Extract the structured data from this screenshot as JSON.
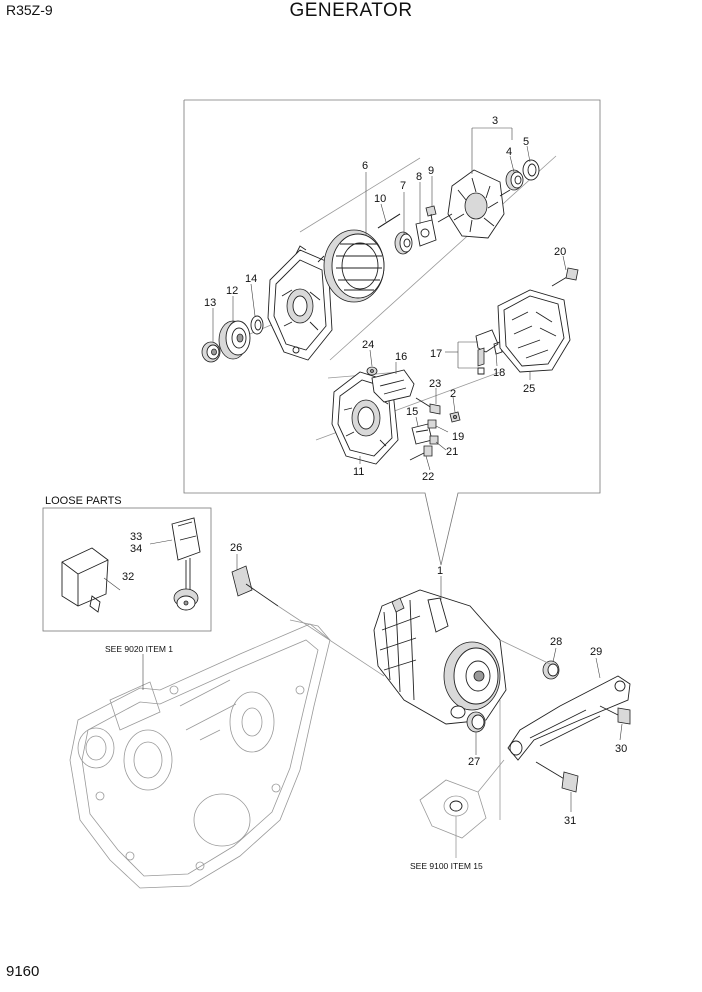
{
  "header": {
    "model": "R35Z-9",
    "title": "GENERATOR"
  },
  "footer": {
    "page_number": "9160"
  },
  "loose_parts": {
    "label": "LOOSE PARTS"
  },
  "notes": {
    "engine_ref": "SEE 9020 ITEM 1",
    "mount_ref": "SEE 9100 ITEM 15"
  },
  "callouts": {
    "c1": "1",
    "c2": "2",
    "c3": "3",
    "c4": "4",
    "c5": "5",
    "c6": "6",
    "c7": "7",
    "c8": "8",
    "c9": "9",
    "c10": "10",
    "c11": "11",
    "c12": "12",
    "c13": "13",
    "c14": "14",
    "c15": "15",
    "c16": "16",
    "c17": "17",
    "c18": "18",
    "c19": "19",
    "c20": "20",
    "c21": "21",
    "c22": "22",
    "c23": "23",
    "c24": "24",
    "c25": "25",
    "c26": "26",
    "c27": "27",
    "c28": "28",
    "c29": "29",
    "c30": "30",
    "c31": "31",
    "c32": "32",
    "c33": "33",
    "c34": "34"
  }
}
